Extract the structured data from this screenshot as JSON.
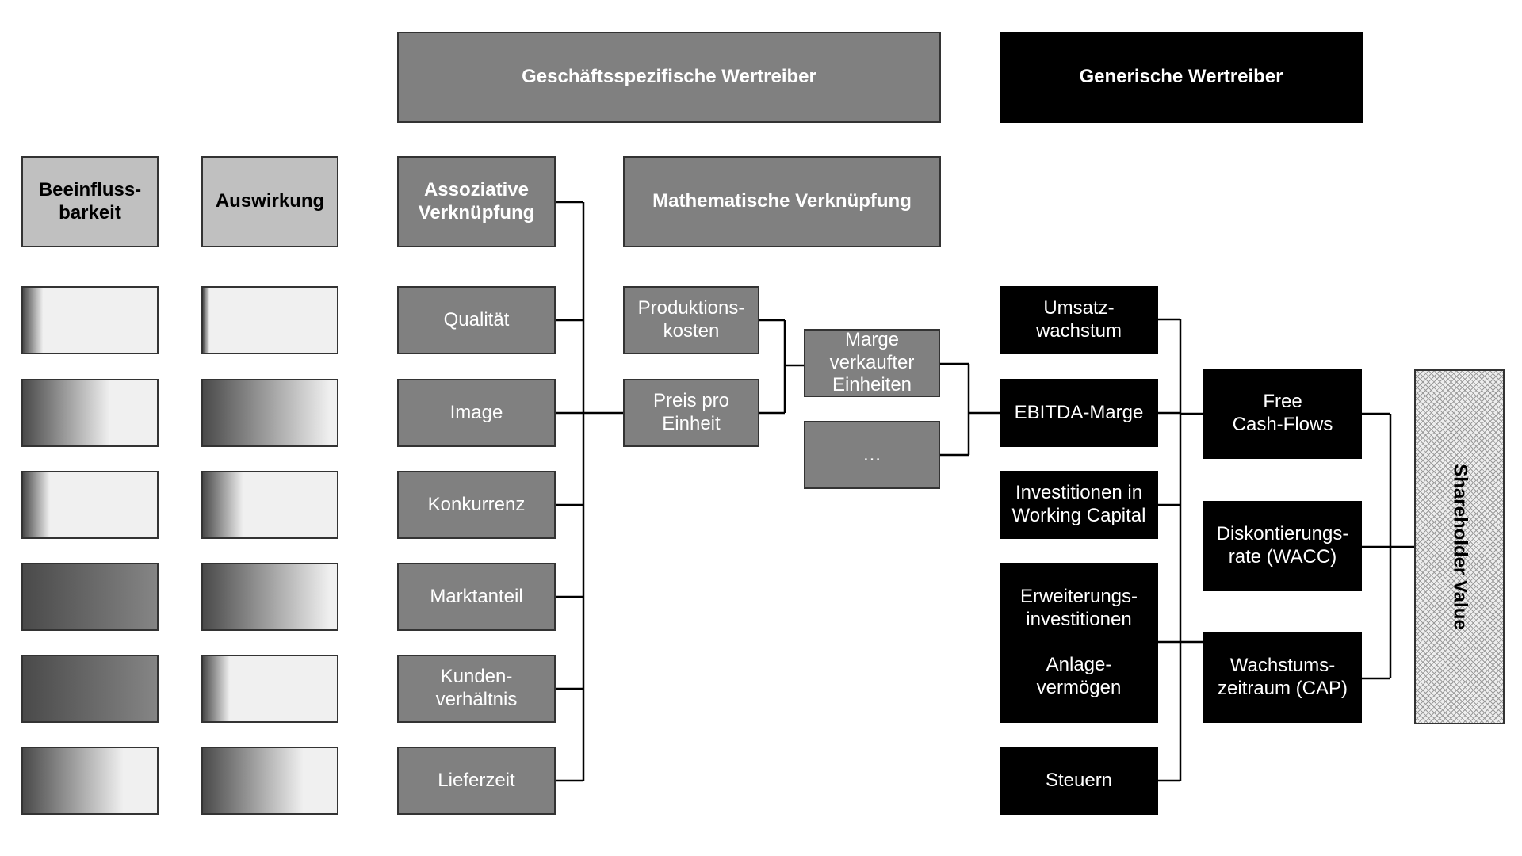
{
  "headers": {
    "business": "Geschäftsspezifische Wertreiber",
    "generic": "Generische Wertreiber",
    "influence": "Beeinfluss-\nbarkeit",
    "impact": "Auswirkung",
    "associative": "Assoziative\nVerknüpfung",
    "mathematical": "Mathematische Verknüpfung"
  },
  "associative_drivers": [
    "Qualität",
    "Image",
    "Konkurrenz",
    "Marktanteil",
    "Kunden-\nverhältnis",
    "Lieferzeit"
  ],
  "math_level1": {
    "production_costs": "Produktions-\nkosten",
    "price_per_unit": "Preis pro\nEinheit"
  },
  "math_level2": {
    "margin": "Marge\nverkaufter\nEinheiten",
    "ellipsis": "…"
  },
  "generic_drivers": {
    "revenue_growth": "Umsatz-\nwachstum",
    "ebitda_margin": "EBITDA-Marge",
    "working_capital": "Investitionen in\nWorking Capital",
    "expansion": "Erweiterungs-\ninvestitionen\n\nAnlage-\nvermögen",
    "taxes": "Steuern"
  },
  "value_components": {
    "free_cash_flows": "Free\nCash-Flows",
    "discount_rate": "Diskontierungs-\nrate (WACC)",
    "growth_period": "Wachstums-\nzeitraum (CAP)"
  },
  "result": "Shareholder Value",
  "rating_rows": [
    {
      "driver": "Qualität",
      "influence": 0.15,
      "impact": 0.05
    },
    {
      "driver": "Image",
      "influence": 0.65,
      "impact": 0.95
    },
    {
      "driver": "Konkurrenz",
      "influence": 0.2,
      "impact": 0.3
    },
    {
      "driver": "Marktanteil",
      "influence": 1.0,
      "impact": 0.95
    },
    {
      "driver": "Kunden-verhältnis",
      "influence": 1.0,
      "impact": 0.2
    },
    {
      "driver": "Lieferzeit",
      "influence": 0.75,
      "impact": 0.75
    }
  ],
  "colors": {
    "business_gray": "#808080",
    "generic_black": "#000000",
    "header_light_gray": "#c0c0c0",
    "gradient_dark": "#4a4a4a",
    "gradient_light": "#f0f0f0",
    "connector": "#000000"
  }
}
